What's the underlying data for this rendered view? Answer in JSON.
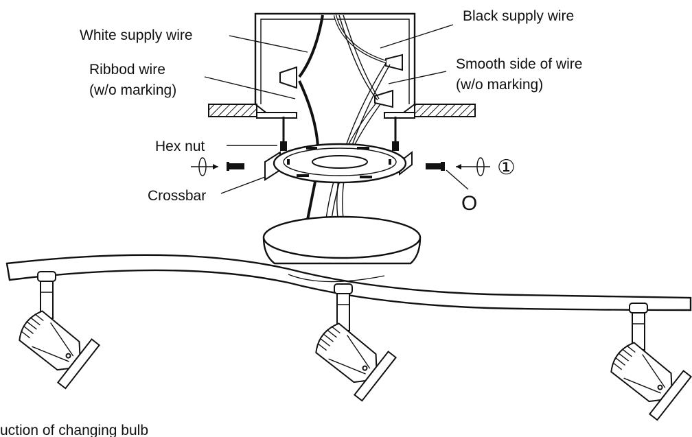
{
  "labels": {
    "white_supply_wire": "White supply wire",
    "black_supply_wire": "Black supply wire",
    "ribbed_wire_line1": "Ribbod wire",
    "ribbed_wire_line2": "(w/o marking)",
    "smooth_side_line1": "Smooth side of wire",
    "smooth_side_line2": "(w/o marking)",
    "hex_nut": "Hex nut",
    "crossbar": "Crossbar",
    "step_marker": "①",
    "o_marker": "O",
    "caption": "uction of changing bulb"
  }
}
